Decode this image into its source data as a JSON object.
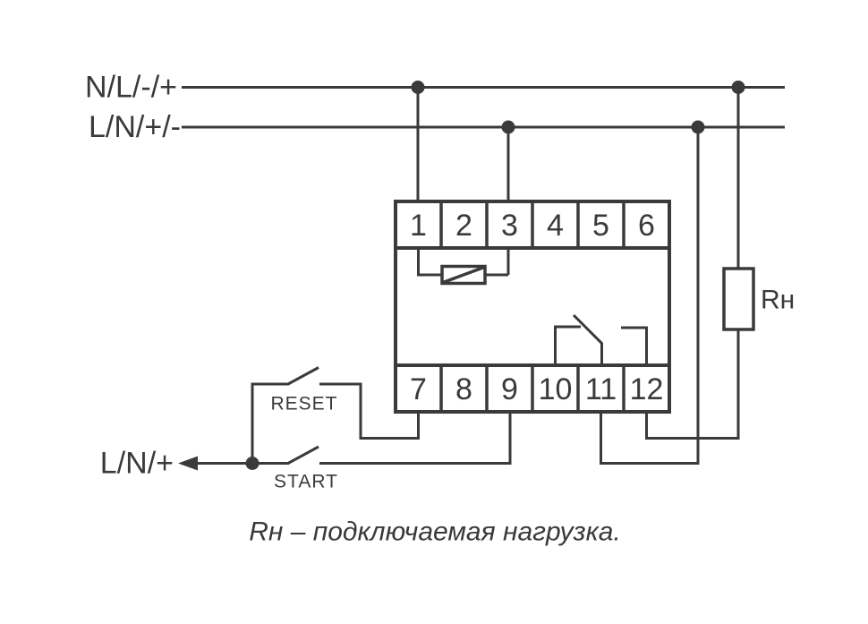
{
  "colors": {
    "ink": "#3a3a3a",
    "background": "#ffffff"
  },
  "power_bus": {
    "line1_label": "N/L/-/+",
    "line2_label": "L/N/+/-",
    "return_label": "L/N/+"
  },
  "device": {
    "terminals_top": [
      "1",
      "2",
      "3",
      "4",
      "5",
      "6"
    ],
    "terminals_bottom": [
      "7",
      "8",
      "9",
      "10",
      "11",
      "12"
    ]
  },
  "controls": {
    "reset_label": "RESET",
    "start_label": "START"
  },
  "load": {
    "label": "Rн"
  },
  "caption": "Rн – подключаемая нагрузка."
}
